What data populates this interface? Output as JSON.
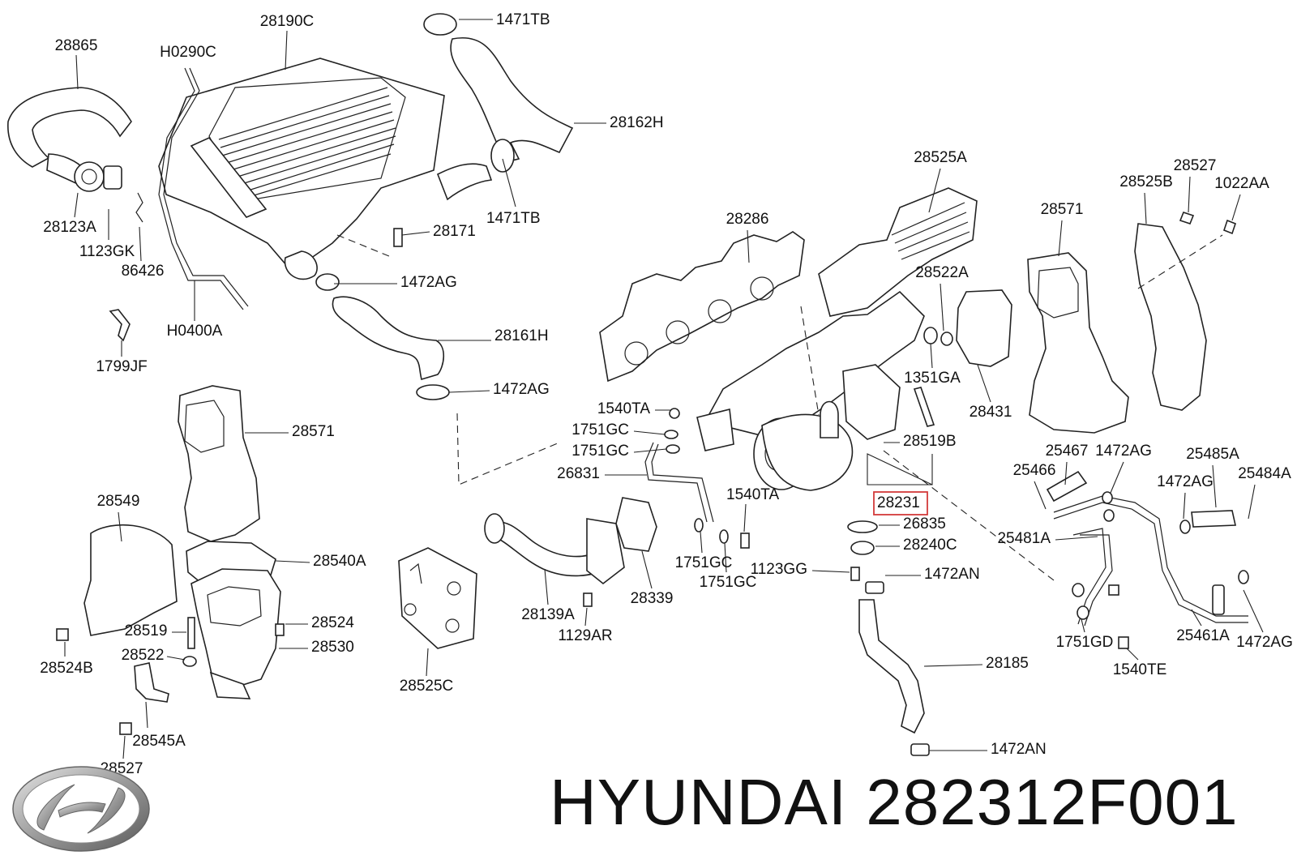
{
  "brand": "HYUNDAI",
  "part_number": "282312F001",
  "highlight_color": "#d33b3b",
  "callouts": [
    {
      "id": "c28865",
      "text": "28865"
    },
    {
      "id": "cH0290C",
      "text": "H0290C"
    },
    {
      "id": "c28190C",
      "text": "28190C"
    },
    {
      "id": "c1471TB_a",
      "text": "1471TB"
    },
    {
      "id": "c28162H",
      "text": "28162H"
    },
    {
      "id": "c1471TB_b",
      "text": "1471TB"
    },
    {
      "id": "c28123A",
      "text": "28123A"
    },
    {
      "id": "c1123GK",
      "text": "1123GK"
    },
    {
      "id": "c86426",
      "text": "86426"
    },
    {
      "id": "c28171",
      "text": "28171"
    },
    {
      "id": "c1472AG_a",
      "text": "1472AG"
    },
    {
      "id": "cH0400A",
      "text": "H0400A"
    },
    {
      "id": "c28161H",
      "text": "28161H"
    },
    {
      "id": "c1799JF",
      "text": "1799JF"
    },
    {
      "id": "c1472AG_b",
      "text": "1472AG"
    },
    {
      "id": "c28525A",
      "text": "28525A"
    },
    {
      "id": "c28527_a",
      "text": "28527"
    },
    {
      "id": "c28525B",
      "text": "28525B"
    },
    {
      "id": "c1022AA",
      "text": "1022AA"
    },
    {
      "id": "c28286",
      "text": "28286"
    },
    {
      "id": "c28571_a",
      "text": "28571"
    },
    {
      "id": "c28522A",
      "text": "28522A"
    },
    {
      "id": "c1351GA",
      "text": "1351GA"
    },
    {
      "id": "c28431",
      "text": "28431"
    },
    {
      "id": "c1540TA_a",
      "text": "1540TA"
    },
    {
      "id": "c1751GC_a",
      "text": "1751GC"
    },
    {
      "id": "c1751GC_b",
      "text": "1751GC"
    },
    {
      "id": "c28519B",
      "text": "28519B"
    },
    {
      "id": "c26831",
      "text": "26831"
    },
    {
      "id": "c28571_b",
      "text": "28571"
    },
    {
      "id": "c28231",
      "text": "28231"
    },
    {
      "id": "c1540TA_b",
      "text": "1540TA"
    },
    {
      "id": "c26835",
      "text": "26835"
    },
    {
      "id": "c28240C",
      "text": "28240C"
    },
    {
      "id": "c1751GC_c",
      "text": "1751GC"
    },
    {
      "id": "c1751GC_d",
      "text": "1751GC"
    },
    {
      "id": "c1123GG",
      "text": "1123GG"
    },
    {
      "id": "c1472AN_a",
      "text": "1472AN"
    },
    {
      "id": "c28549",
      "text": "28549"
    },
    {
      "id": "c28540A",
      "text": "28540A"
    },
    {
      "id": "c28139A",
      "text": "28139A"
    },
    {
      "id": "c28339",
      "text": "28339"
    },
    {
      "id": "c1129AR",
      "text": "1129AR"
    },
    {
      "id": "c28524",
      "text": "28524"
    },
    {
      "id": "c28519",
      "text": "28519"
    },
    {
      "id": "c28530",
      "text": "28530"
    },
    {
      "id": "c28522",
      "text": "28522"
    },
    {
      "id": "c28524B",
      "text": "28524B"
    },
    {
      "id": "c28525C",
      "text": "28525C"
    },
    {
      "id": "c28185",
      "text": "28185"
    },
    {
      "id": "c28545A",
      "text": "28545A"
    },
    {
      "id": "c28527_b",
      "text": "28527"
    },
    {
      "id": "c1472AN_b",
      "text": "1472AN"
    },
    {
      "id": "c25467",
      "text": "25467"
    },
    {
      "id": "c1472AG_c",
      "text": "1472AG"
    },
    {
      "id": "c25485A",
      "text": "25485A"
    },
    {
      "id": "c25466",
      "text": "25466"
    },
    {
      "id": "c1472AG_d",
      "text": "1472AG"
    },
    {
      "id": "c25484A",
      "text": "25484A"
    },
    {
      "id": "c25481A",
      "text": "25481A"
    },
    {
      "id": "c1751GD",
      "text": "1751GD"
    },
    {
      "id": "c25461A",
      "text": "25461A"
    },
    {
      "id": "c1472AG_e",
      "text": "1472AG"
    },
    {
      "id": "c1540TE",
      "text": "1540TE"
    }
  ]
}
